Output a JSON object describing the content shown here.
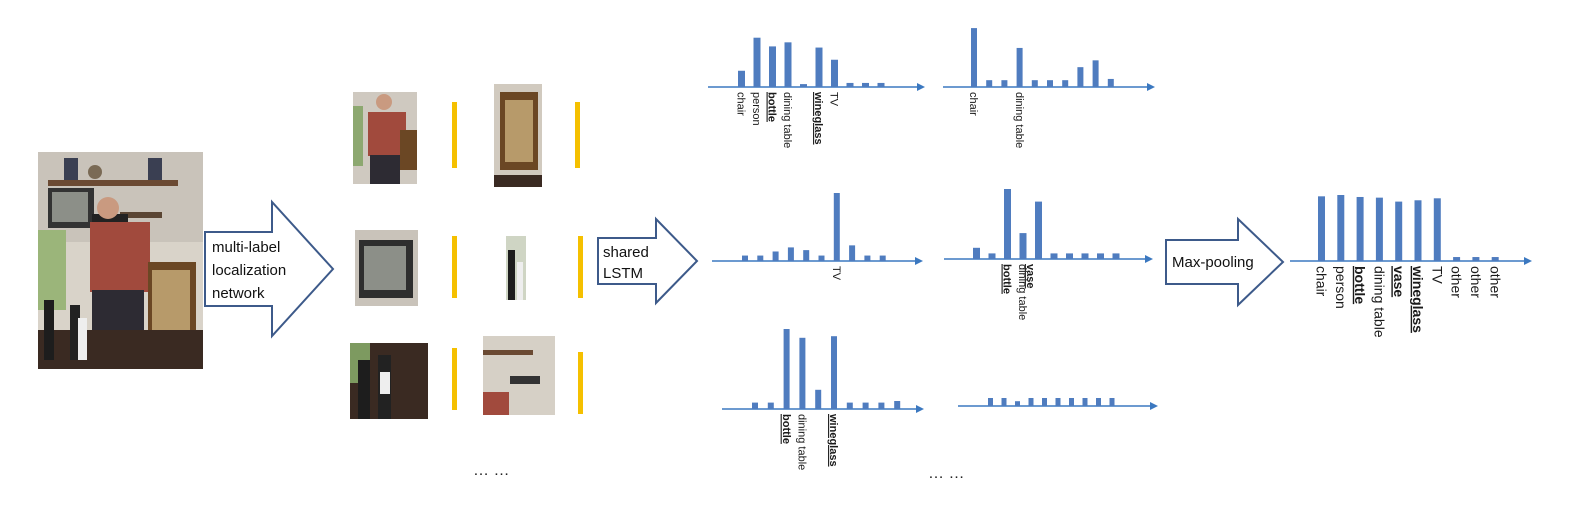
{
  "arrows": {
    "localization": [
      "multi-label",
      "localization",
      "network"
    ],
    "lstm": [
      "shared",
      "LSTM"
    ],
    "pooling": [
      "Max-pooling"
    ]
  },
  "ellipsis": [
    "… …",
    "… …"
  ],
  "colors": {
    "bar": "#4f7cbf",
    "axis": "#3b78c0",
    "marker": "#f5c000",
    "arrow_outline": "#3d5a8a"
  },
  "photos": [
    "input-photo",
    "crop-person",
    "crop-chair",
    "crop-tv",
    "crop-bottles-small",
    "crop-bottles",
    "crop-shelf"
  ],
  "chart_data": [
    {
      "type": "bar",
      "name": "r1c1",
      "values": [
        0.28,
        0.85,
        0.7,
        0.77,
        0.05,
        0.68,
        0.47,
        0.07,
        0.07,
        0.07
      ],
      "labels": [
        {
          "i": 0,
          "text": "chair",
          "bold": false
        },
        {
          "i": 1,
          "text": "person",
          "bold": false
        },
        {
          "i": 2,
          "text": "bottle",
          "bold": true
        },
        {
          "i": 3,
          "text": "dining table",
          "bold": false
        },
        {
          "i": 5,
          "text": "wineglass",
          "bold": true
        },
        {
          "i": 6,
          "text": "TV",
          "bold": false
        }
      ]
    },
    {
      "type": "bar",
      "name": "r1c2",
      "values": [
        0.95,
        0.11,
        0.11,
        0.63,
        0.11,
        0.11,
        0.11,
        0.32,
        0.43,
        0.13
      ],
      "labels": [
        {
          "i": 0,
          "text": "chair",
          "bold": false
        },
        {
          "i": 3,
          "text": "dining table",
          "bold": false
        }
      ]
    },
    {
      "type": "bar",
      "name": "r2c1",
      "values": [
        0.08,
        0.08,
        0.14,
        0.2,
        0.16,
        0.08,
        1.0,
        0.23,
        0.08,
        0.08
      ],
      "labels": [
        {
          "i": 6,
          "text": "TV",
          "bold": false
        }
      ]
    },
    {
      "type": "bar",
      "name": "r2c2",
      "values": [
        0.16,
        0.08,
        1.0,
        0.37,
        0.82,
        0.08,
        0.08,
        0.08,
        0.08,
        0.08
      ],
      "labels": [
        {
          "i": 2,
          "text": "bottle",
          "bold": true
        },
        {
          "i": 3,
          "text": "dining table",
          "bold": false
        },
        {
          "i": 3.5,
          "text": "vase",
          "bold": true
        }
      ]
    },
    {
      "type": "bar",
      "name": "r3c1",
      "values": [
        0.08,
        0.08,
        1.0,
        0.89,
        0.24,
        0.91,
        0.08,
        0.08,
        0.08,
        0.1
      ],
      "labels": [
        {
          "i": 2,
          "text": "bottle",
          "bold": true
        },
        {
          "i": 3,
          "text": "dining table",
          "bold": false
        },
        {
          "i": 5,
          "text": "wineglass",
          "bold": true
        }
      ]
    },
    {
      "type": "bar",
      "name": "r3c2",
      "values": [
        0.1,
        0.1,
        0.06,
        0.1,
        0.1,
        0.1,
        0.1,
        0.1,
        0.1,
        0.1
      ],
      "labels": []
    },
    {
      "type": "bar",
      "name": "output",
      "values": [
        0.98,
        1.0,
        0.97,
        0.96,
        0.9,
        0.92,
        0.95,
        0.06,
        0.06,
        0.06
      ],
      "labels": [
        {
          "i": 0,
          "text": "chair",
          "bold": false
        },
        {
          "i": 1,
          "text": "person",
          "bold": false
        },
        {
          "i": 2,
          "text": "bottle",
          "bold": true
        },
        {
          "i": 3,
          "text": "dining table",
          "bold": false
        },
        {
          "i": 4,
          "text": "vase",
          "bold": true
        },
        {
          "i": 5,
          "text": "wineglass",
          "bold": true
        },
        {
          "i": 6,
          "text": "TV",
          "bold": false
        },
        {
          "i": 7,
          "text": "other",
          "bold": false
        },
        {
          "i": 8,
          "text": "other",
          "bold": false
        },
        {
          "i": 9,
          "text": "other",
          "bold": false
        }
      ]
    }
  ]
}
